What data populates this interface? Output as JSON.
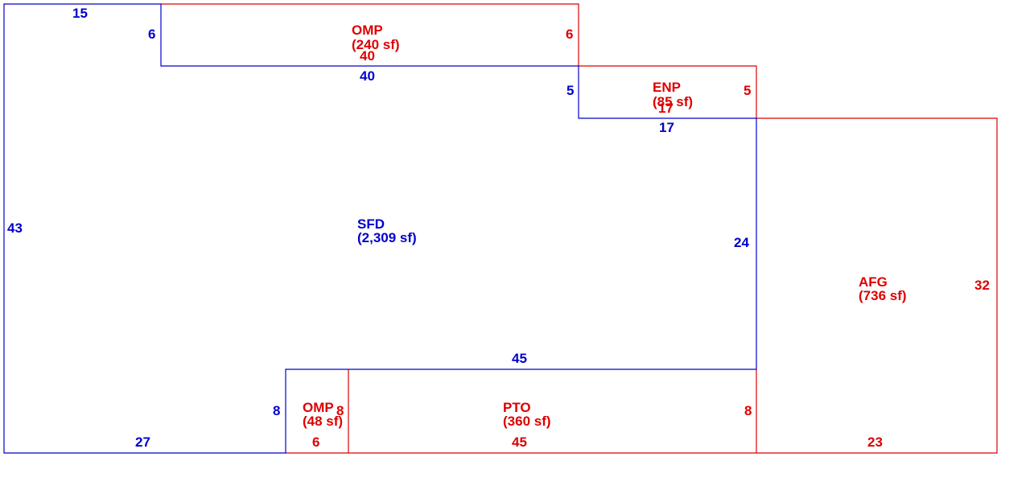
{
  "colors": {
    "sfd": "#0000cc",
    "addition": "#dd0000"
  },
  "areas": {
    "sfd": {
      "name": "SFD",
      "area": "(2,309 sf)"
    },
    "omp_top": {
      "name": "OMP",
      "area": "(240 sf)"
    },
    "enp": {
      "name": "ENP",
      "area": "(85 sf)"
    },
    "afg": {
      "name": "AFG",
      "area": "(736 sf)"
    },
    "omp_bottom": {
      "name": "OMP",
      "area": "(48 sf)"
    },
    "pto": {
      "name": "PTO",
      "area": "(360 sf)"
    }
  },
  "dimensions": {
    "sfd": {
      "top_left": "15",
      "notch_left": "6",
      "notch_bottom": "40",
      "step_right": "5",
      "step_bottom": "17",
      "right": "24",
      "pto_top": "45",
      "left": "43",
      "bottom": "27",
      "bottom_notch": "8"
    },
    "omp_top": {
      "right": "6",
      "bottom": "40"
    },
    "enp": {
      "right": "5",
      "bottom": "17"
    },
    "afg": {
      "right": "32",
      "bottom": "23"
    },
    "omp_bottom": {
      "right": "8",
      "bottom": "6"
    },
    "pto": {
      "right": "8",
      "bottom": "45"
    }
  }
}
